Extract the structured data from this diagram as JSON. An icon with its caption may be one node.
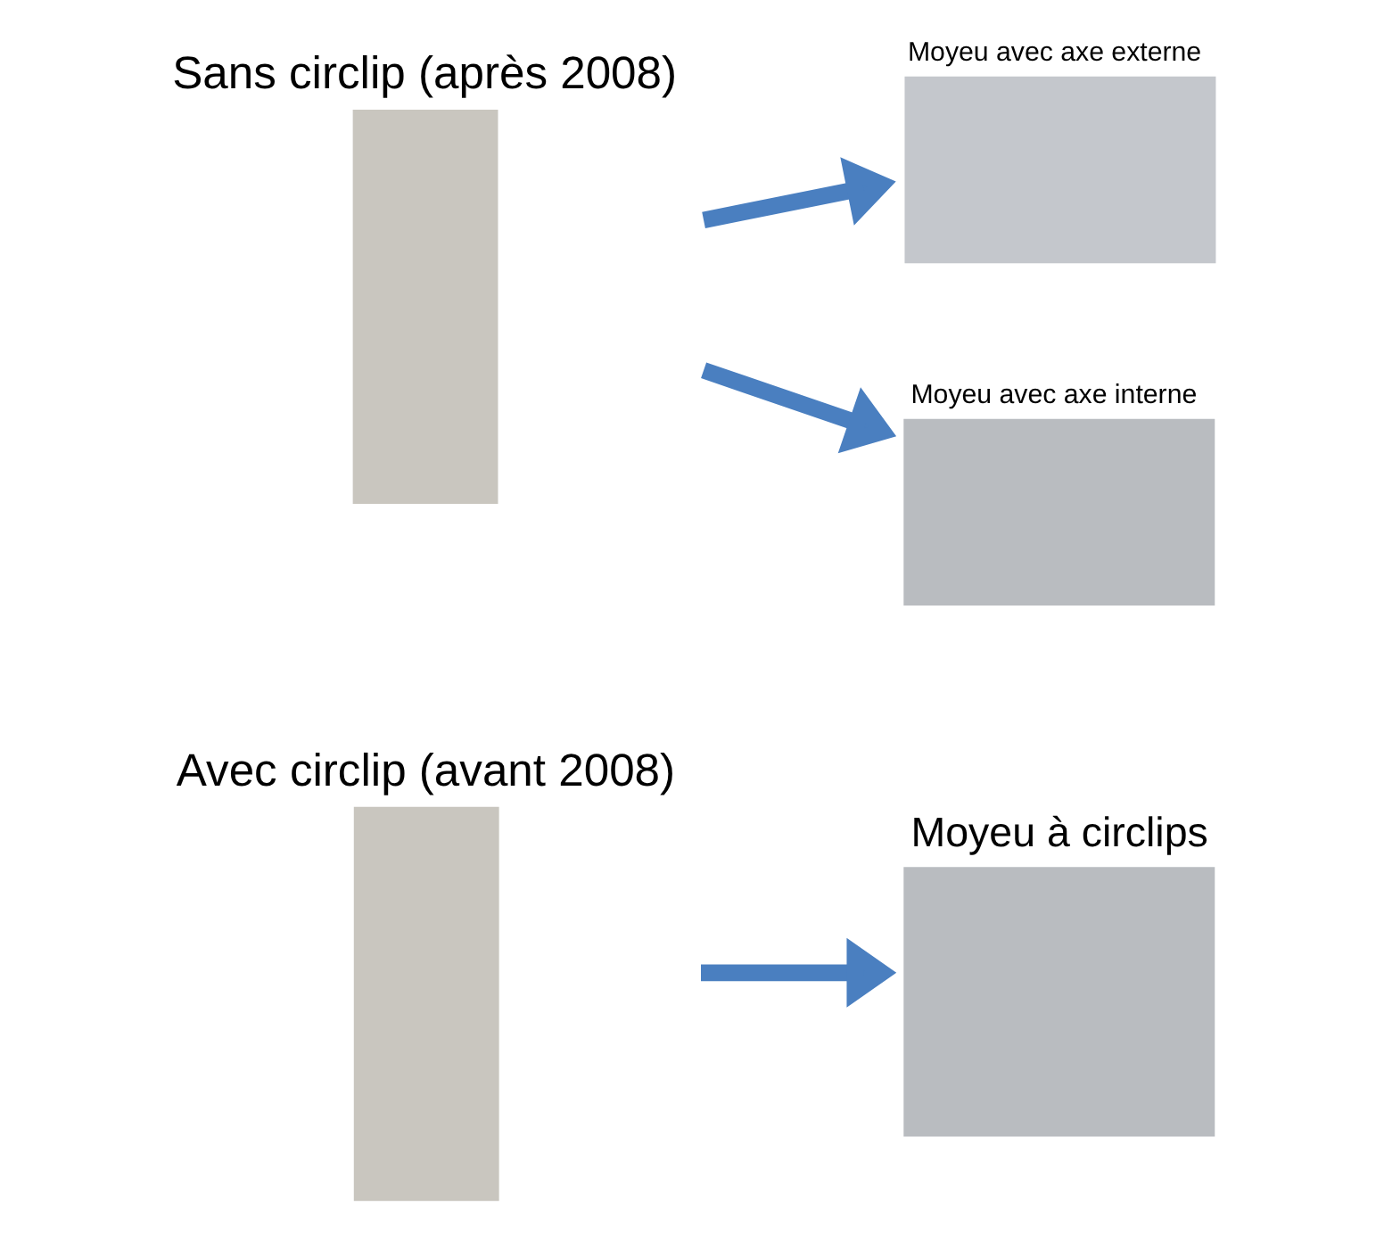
{
  "diagram": {
    "nodes": [
      {
        "text": [
          "Avec circlip (avant 2008)"
        ]
      },
      {
        "text": [
          "Moyeu à circlips"
        ]
      },
      {
        "text": [
          "Sans circlip (après 2008)"
        ]
      },
      {
        "text": [
          "Moyeu avec axe externe"
        ]
      },
      {
        "text": [
          "Moyeu avec axe interne"
        ]
      }
    ],
    "edges": [
      {
        "from": 0,
        "to": 1,
        "arrow": "to"
      },
      {
        "from": 2,
        "to": 3,
        "arrow": "to"
      },
      {
        "from": 2,
        "to": 4,
        "arrow": "to"
      }
    ]
  }
}
